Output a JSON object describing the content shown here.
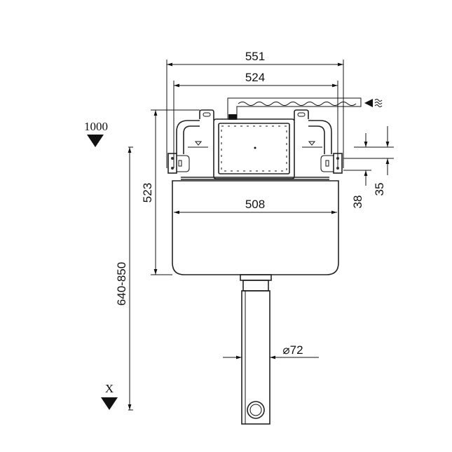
{
  "title": "Concealed cistern frame dimension drawing",
  "dimensions": {
    "overall_width": "551",
    "frame_width": "524",
    "tank_width": "508",
    "tank_height": "523",
    "install_height": "640-850",
    "bracket_offset_1": "38",
    "bracket_offset_2": "35",
    "outlet_diameter": "⌀72"
  },
  "levels": {
    "top": "1000",
    "bottom": "X"
  },
  "colors": {
    "line": "#111111",
    "background": "#ffffff"
  }
}
